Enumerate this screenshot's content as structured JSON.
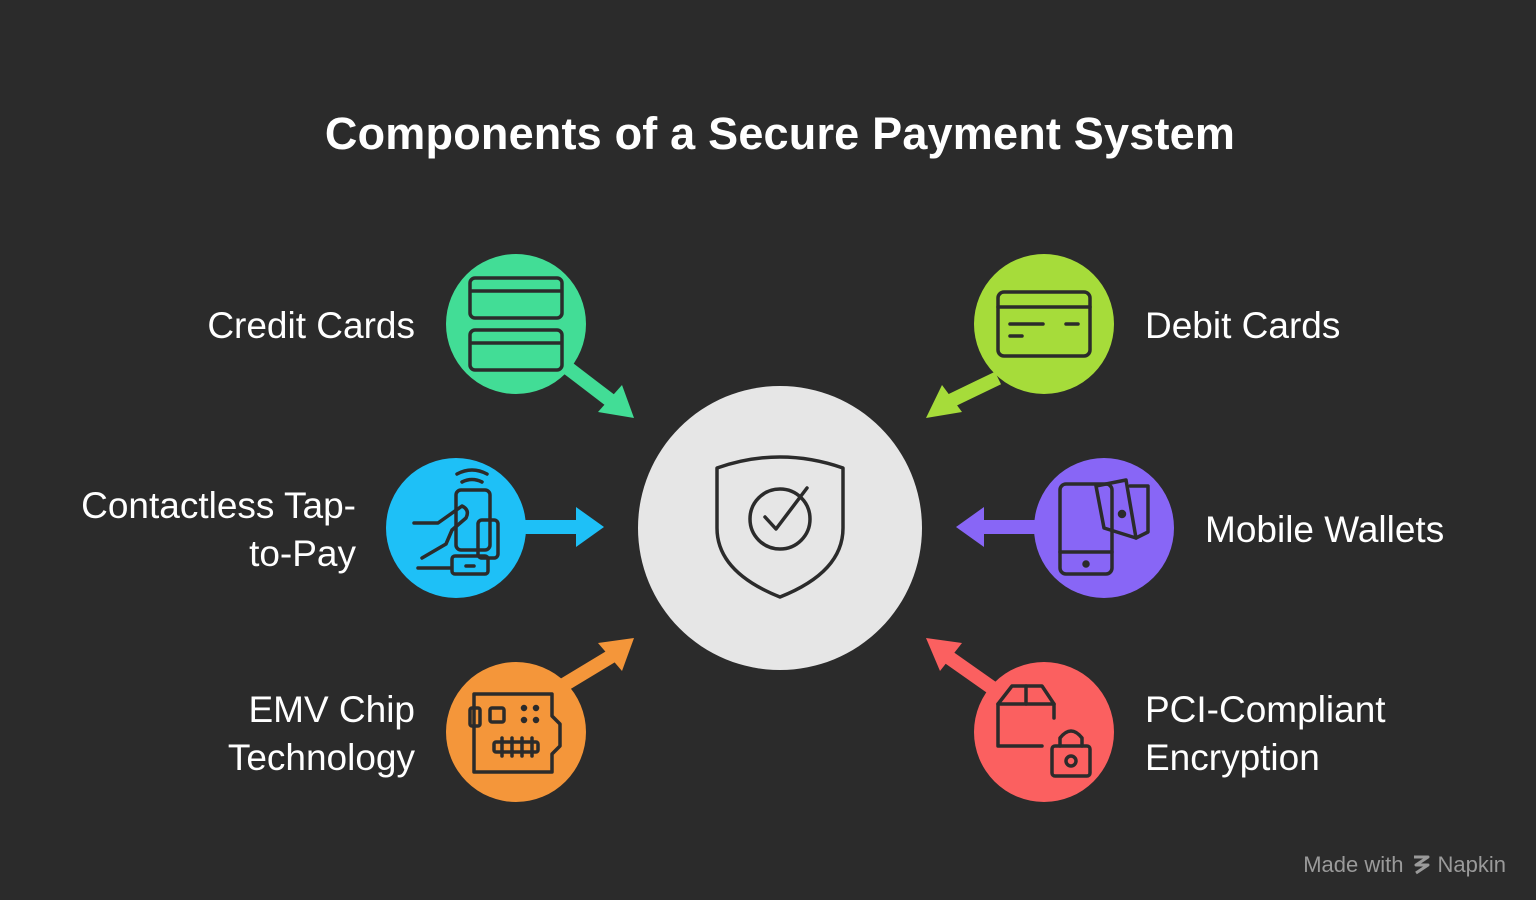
{
  "title": "Components of a Secure Payment System",
  "center": {
    "icon": "shield-check-icon",
    "color": "#e6e6e6"
  },
  "items": [
    {
      "id": "credit-cards",
      "lines": [
        "Credit Cards"
      ],
      "icon": "stacked-cards-icon",
      "color": "#42dd96"
    },
    {
      "id": "debit-cards",
      "lines": [
        "Debit Cards"
      ],
      "icon": "credit-card-icon",
      "color": "#a6dc3a"
    },
    {
      "id": "contactless",
      "lines": [
        "Contactless Tap-",
        "to-Pay"
      ],
      "icon": "tap-to-pay-icon",
      "color": "#1ec0f7"
    },
    {
      "id": "mobile-wallets",
      "lines": [
        "Mobile Wallets"
      ],
      "icon": "phone-wallet-icon",
      "color": "#8866f6"
    },
    {
      "id": "emv-chip",
      "lines": [
        "EMV Chip",
        "Technology"
      ],
      "icon": "chip-board-icon",
      "color": "#f4963a"
    },
    {
      "id": "pci-encryption",
      "lines": [
        "PCI-Compliant",
        "Encryption"
      ],
      "icon": "box-lock-icon",
      "color": "#fb6060"
    }
  ],
  "footer": {
    "made_with": "Made with",
    "brand": "Napkin",
    "logo": "napkin-logo-icon"
  }
}
